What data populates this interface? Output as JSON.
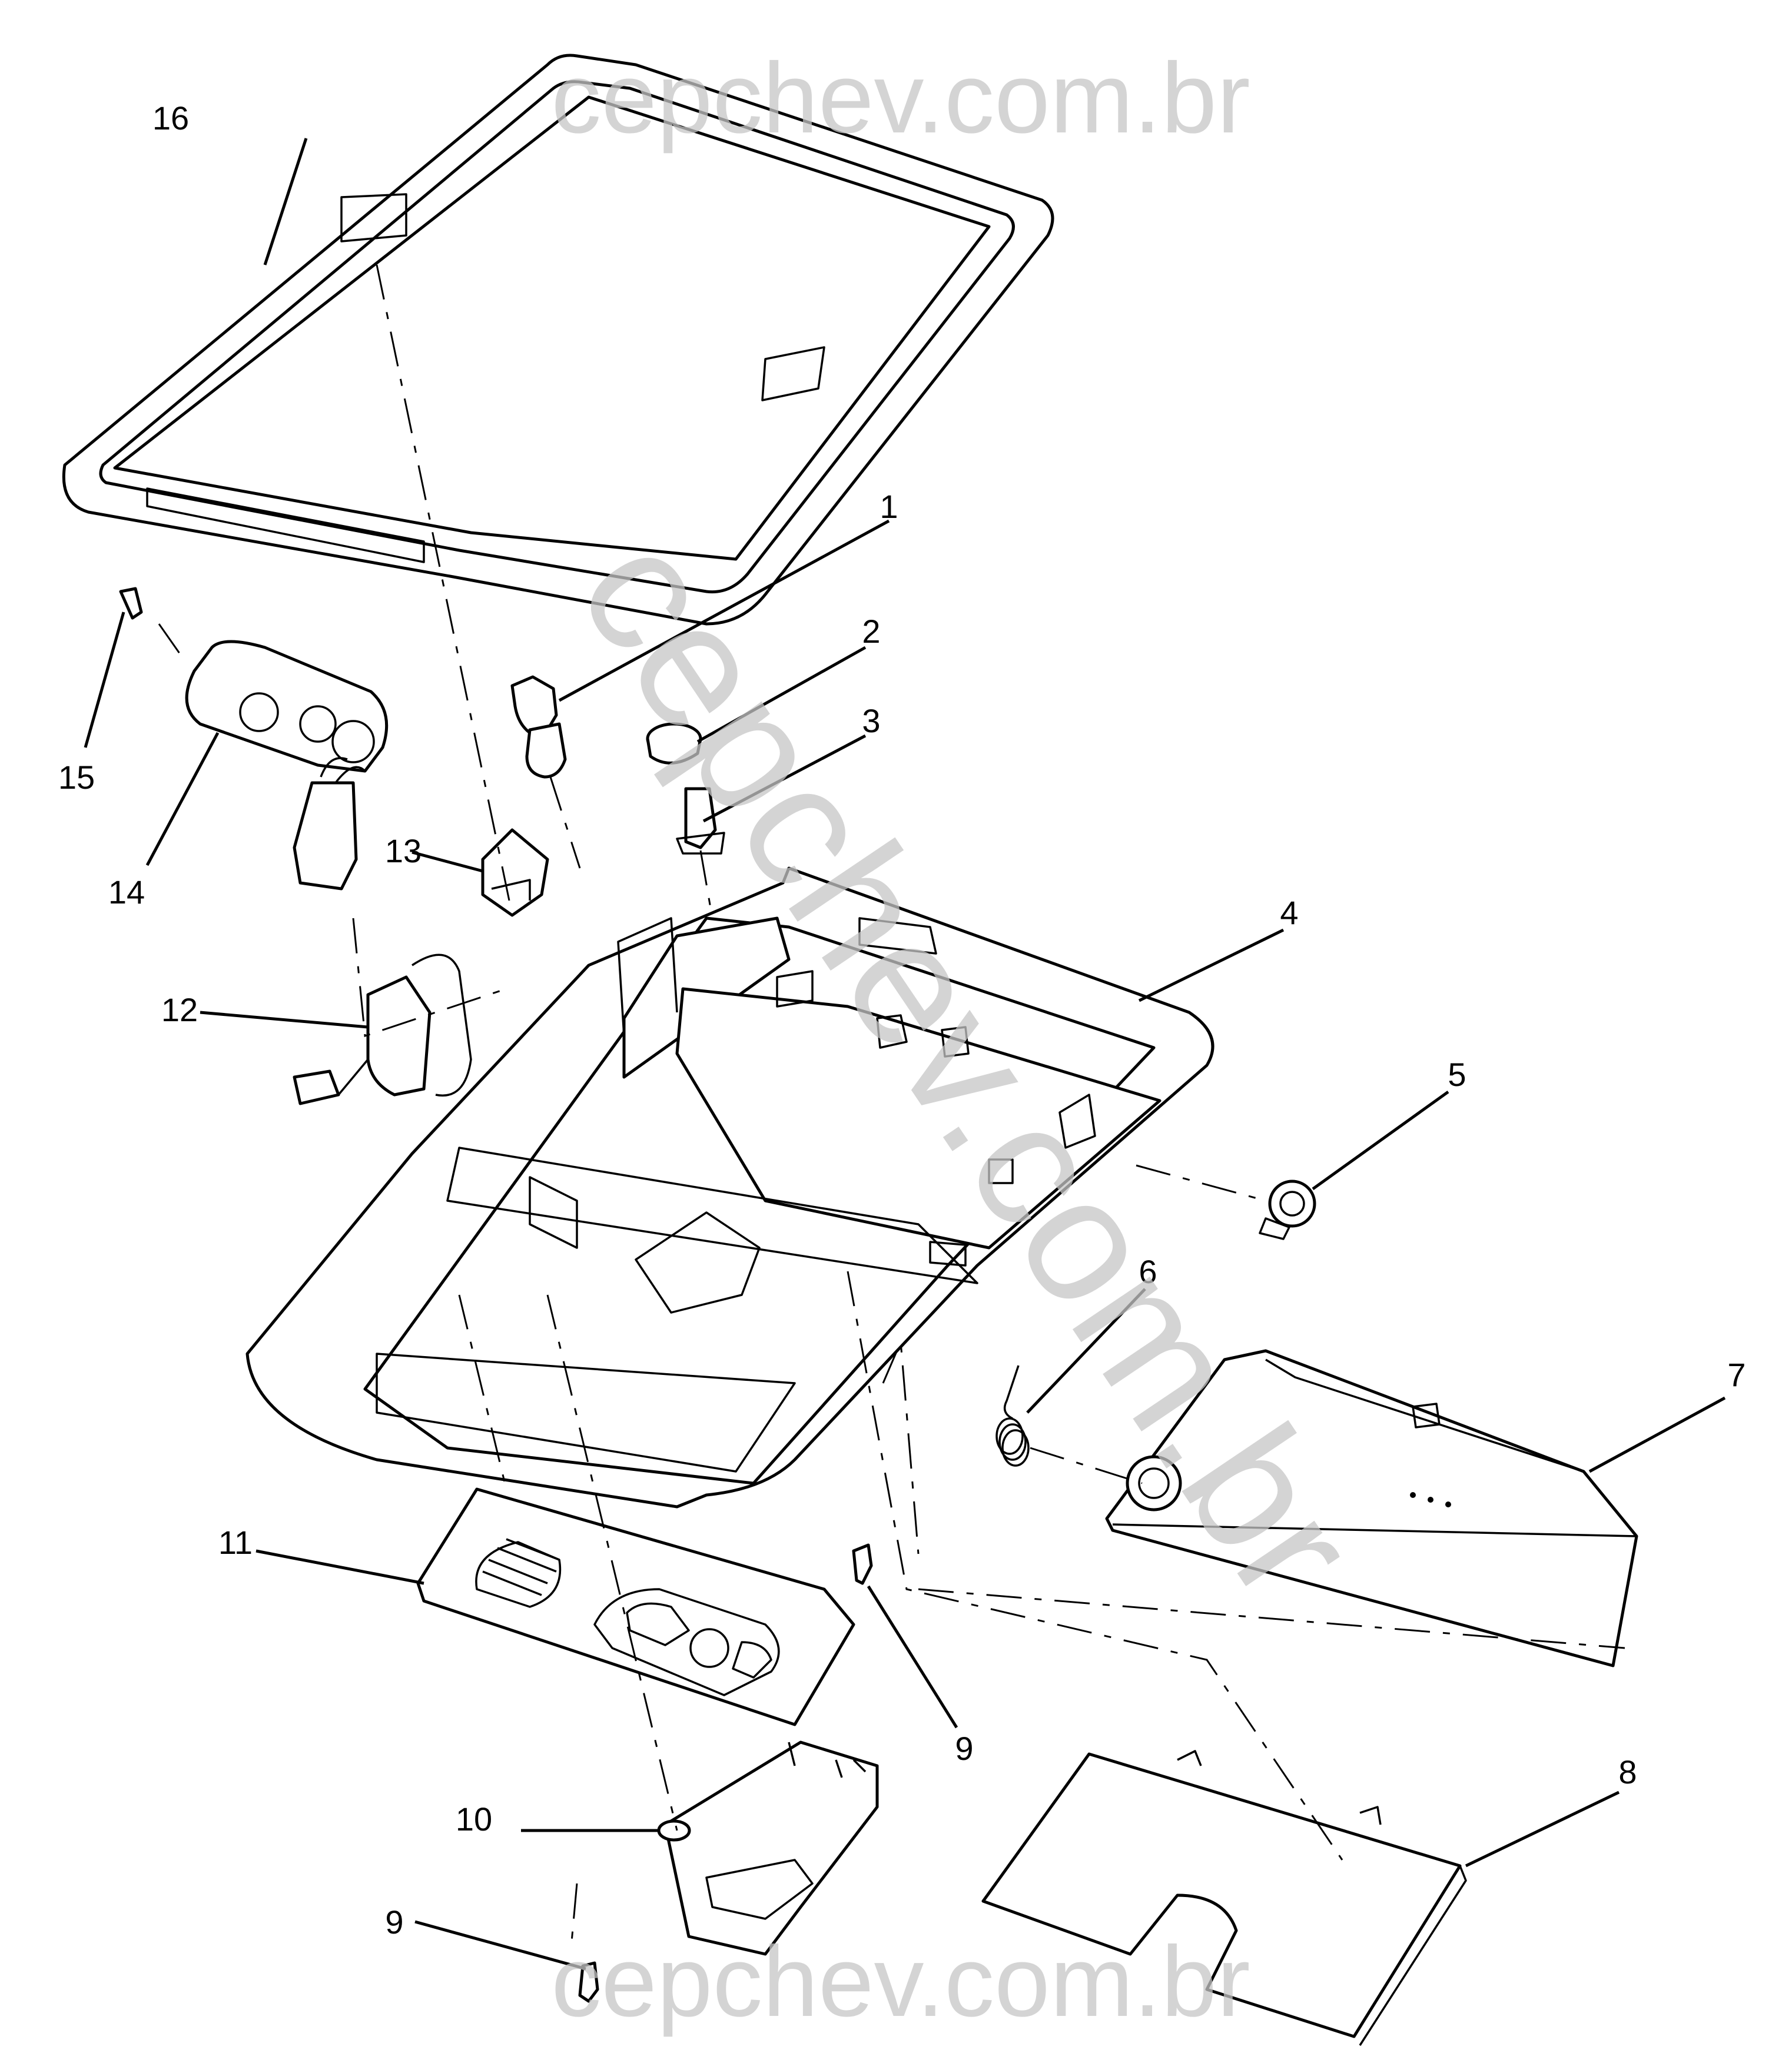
{
  "watermark": {
    "top": "cepchev.com.br",
    "diagonal": "cepchev.com.br",
    "bottom": "cepchev.com.br"
  },
  "callouts": {
    "c1": "1",
    "c2": "2",
    "c3": "3",
    "c4": "4",
    "c5": "5",
    "c6": "6",
    "c7": "7",
    "c8": "8",
    "c9a": "9",
    "c9b": "9",
    "c10": "10",
    "c11": "11",
    "c12": "12",
    "c13": "13",
    "c14": "14",
    "c15": "15",
    "c16": "16"
  }
}
